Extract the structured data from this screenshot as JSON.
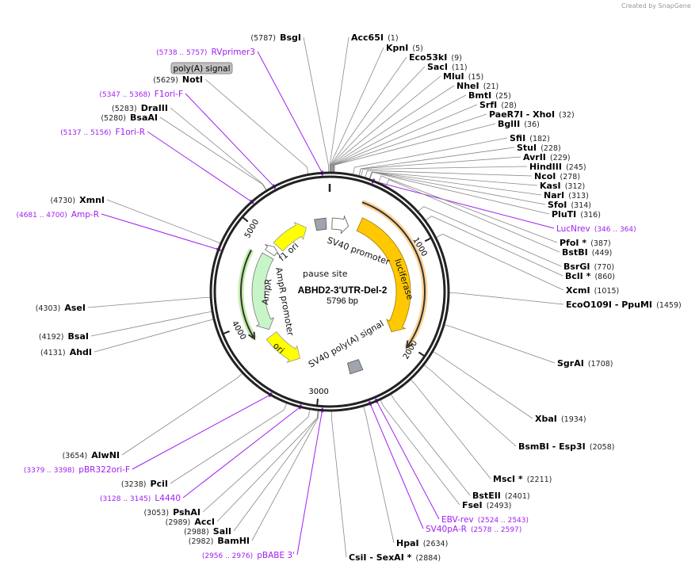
{
  "watermark": "Created by SnapGene",
  "plasmid": {
    "name": "ABHD2-3'UTR-Del-2",
    "length": "5796 bp"
  },
  "ticks": [
    "1000",
    "2000",
    "3000",
    "4000",
    "5000"
  ],
  "features": {
    "f1_ori": "f1 ori",
    "pause_site": "pause site",
    "sv40_promoter": "SV40 promoter",
    "luciferase": "luciferase",
    "ampr_promoter": "AmpR promoter",
    "ampr": "AmpR",
    "ori": "ori",
    "sv40_polya": "SV40 poly(A) signal",
    "polya_box": "poly(A) signal"
  },
  "colors": {
    "luciferase": "#ffc800",
    "ori": "#ffff00",
    "ampr": "#c8f5c8",
    "primer": "#a020f0",
    "gray_feature": "#a0a4ac"
  },
  "right_labels": [
    {
      "name": "Acc65I",
      "pos": "1"
    },
    {
      "name": "KpnI",
      "pos": "5"
    },
    {
      "name": "Eco53kI",
      "pos": "9"
    },
    {
      "name": "SacI",
      "pos": "11"
    },
    {
      "name": "MluI",
      "pos": "15"
    },
    {
      "name": "NheI",
      "pos": "21"
    },
    {
      "name": "BmtI",
      "pos": "25"
    },
    {
      "name": "SrfI",
      "pos": "28"
    },
    {
      "name": "PaeR7I  - XhoI",
      "pos": "32"
    },
    {
      "name": "BglII",
      "pos": "36"
    },
    {
      "name": "SfiI",
      "pos": "182"
    },
    {
      "name": "StuI",
      "pos": "228"
    },
    {
      "name": "AvrII",
      "pos": "229"
    },
    {
      "name": "HindIII",
      "pos": "245"
    },
    {
      "name": "NcoI",
      "pos": "278"
    },
    {
      "name": "KasI",
      "pos": "312"
    },
    {
      "name": "NarI",
      "pos": "313"
    },
    {
      "name": "SfoI",
      "pos": "314"
    },
    {
      "name": "PluTI",
      "pos": "316"
    },
    {
      "name": "LucNrev",
      "pos": "346 .. 364",
      "primer": true
    },
    {
      "name": "PfoI *",
      "pos": "387"
    },
    {
      "name": "BstBI",
      "pos": "449"
    },
    {
      "name": "BsrGI",
      "pos": "770"
    },
    {
      "name": "BclI *",
      "pos": "860"
    },
    {
      "name": "XcmI",
      "pos": "1015"
    },
    {
      "name": "EcoO109I  - PpuMI",
      "pos": "1459"
    },
    {
      "name": "SgrAI",
      "pos": "1708"
    },
    {
      "name": "XbaI",
      "pos": "1934"
    },
    {
      "name": "BsmBI  - Esp3I",
      "pos": "2058"
    },
    {
      "name": "MscI *",
      "pos": "2211"
    },
    {
      "name": "BstEII",
      "pos": "2401"
    },
    {
      "name": "FseI",
      "pos": "2493"
    },
    {
      "name": "EBV-rev",
      "pos": "2524 .. 2543",
      "primer": true
    },
    {
      "name": "SV40pA-R",
      "pos": "2578 .. 2597",
      "primer": true
    },
    {
      "name": "HpaI",
      "pos": "2634"
    },
    {
      "name": "CsiI  - SexAI *",
      "pos": "2884"
    }
  ],
  "left_labels": [
    {
      "name": "BsgI",
      "pos": "5787"
    },
    {
      "name": "RVprimer3",
      "pos": "5738 .. 5757",
      "primer": true
    },
    {
      "name": "NotI",
      "pos": "5629"
    },
    {
      "name": "F1ori-F",
      "pos": "5347 .. 5368",
      "primer": true
    },
    {
      "name": "DraIII",
      "pos": "5283"
    },
    {
      "name": "BsaAI",
      "pos": "5280"
    },
    {
      "name": "F1ori-R",
      "pos": "5137 .. 5156",
      "primer": true
    },
    {
      "name": "XmnI",
      "pos": "4730"
    },
    {
      "name": "Amp-R",
      "pos": "4681 .. 4700",
      "primer": true
    },
    {
      "name": "AseI",
      "pos": "4303"
    },
    {
      "name": "BsaI",
      "pos": "4192"
    },
    {
      "name": "AhdI",
      "pos": "4131"
    },
    {
      "name": "AlwNI",
      "pos": "3654"
    },
    {
      "name": "pBR322ori-F",
      "pos": "3379 .. 3398",
      "primer": true
    },
    {
      "name": "PciI",
      "pos": "3238"
    },
    {
      "name": "L4440",
      "pos": "3128 .. 3145",
      "primer": true
    },
    {
      "name": "PshAI",
      "pos": "3053"
    },
    {
      "name": "AccI",
      "pos": "2989"
    },
    {
      "name": "SalI",
      "pos": "2988"
    },
    {
      "name": "BamHI",
      "pos": "2982"
    },
    {
      "name": "pBABE 3'",
      "pos": "2956 .. 2976",
      "primer": true
    }
  ]
}
